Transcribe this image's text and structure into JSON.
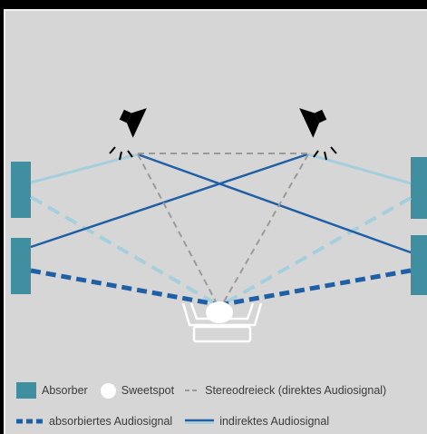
{
  "colors": {
    "background": "#d6d6d6",
    "absorber": "#3f8fa0",
    "direct_signal": "#9a9a9a",
    "absorbed_signal": "#1f5fa6",
    "indirect_signal_dark": "#1f5fa6",
    "indirect_signal_light": "#a6cfdd",
    "sweetspot": "#ffffff",
    "speaker": "#000000"
  },
  "icons": {
    "speaker": "speaker-icon",
    "listener": "listener-seat-icon"
  },
  "legend": {
    "absorber": "Absorber",
    "sweetspot": "Sweetspot",
    "stereo_triangle": "Stereodreieck (direktes Audiosignal)",
    "absorbed_signal": "absorbiertes Audiosignal",
    "indirect_signal": "indirektes Audiosignal"
  }
}
